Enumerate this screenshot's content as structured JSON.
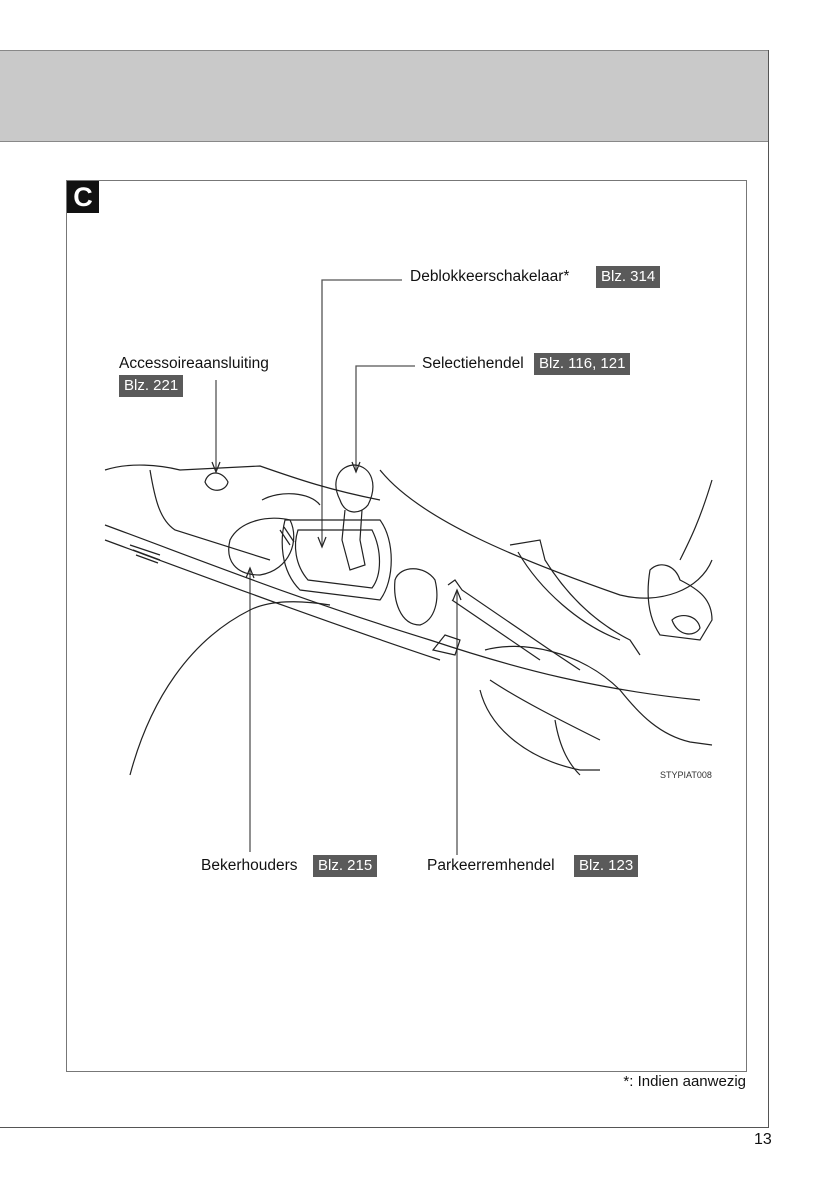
{
  "section_badge": "C",
  "callouts": [
    {
      "label": "Deblokkeerschakelaar*",
      "ref": "Blz. 314"
    },
    {
      "label": "Selectiehendel",
      "ref": "Blz. 116, 121"
    },
    {
      "label": "Accessoireaansluiting",
      "ref": "Blz. 221"
    },
    {
      "label": "Bekerhouders",
      "ref": "Blz. 215"
    },
    {
      "label": "Parkeerremhendel",
      "ref": "Blz. 123"
    }
  ],
  "illustration_code": "STYPIAT008",
  "footnote": "*: Indien aanwezig",
  "page_number": "13"
}
